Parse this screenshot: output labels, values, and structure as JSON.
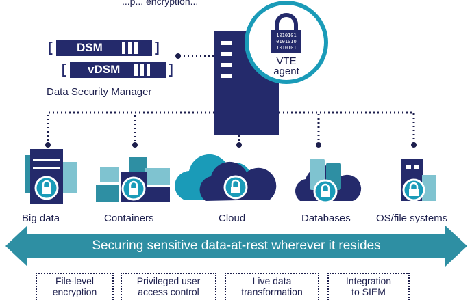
{
  "title_fragment": "...p... encryption...",
  "dsm": {
    "dsm_label": "DSM",
    "vdsm_label": "vDSM",
    "caption": "Data Security Manager"
  },
  "agent": {
    "line1": "VTE",
    "line2": "agent",
    "binary": "1010101 0101010 1010101"
  },
  "endpoints": [
    {
      "label": "Big data"
    },
    {
      "label": "Containers"
    },
    {
      "label": "Cloud"
    },
    {
      "label": "Databases"
    },
    {
      "label": "OS/file systems"
    }
  ],
  "banner": "Securing sensitive data-at-rest wherever it resides",
  "features": [
    {
      "line1": "File-level",
      "line2": "encryption"
    },
    {
      "line1": "Privileged user",
      "line2": "access control"
    },
    {
      "line1": "Live data",
      "line2": "transformation"
    },
    {
      "line1": "Integration",
      "line2": "to SIEM"
    }
  ],
  "colors": {
    "navy": "#242a6b",
    "teal": "#2e8fa3",
    "light_teal": "#7fc3d0",
    "ring": "#1a9bb8"
  }
}
